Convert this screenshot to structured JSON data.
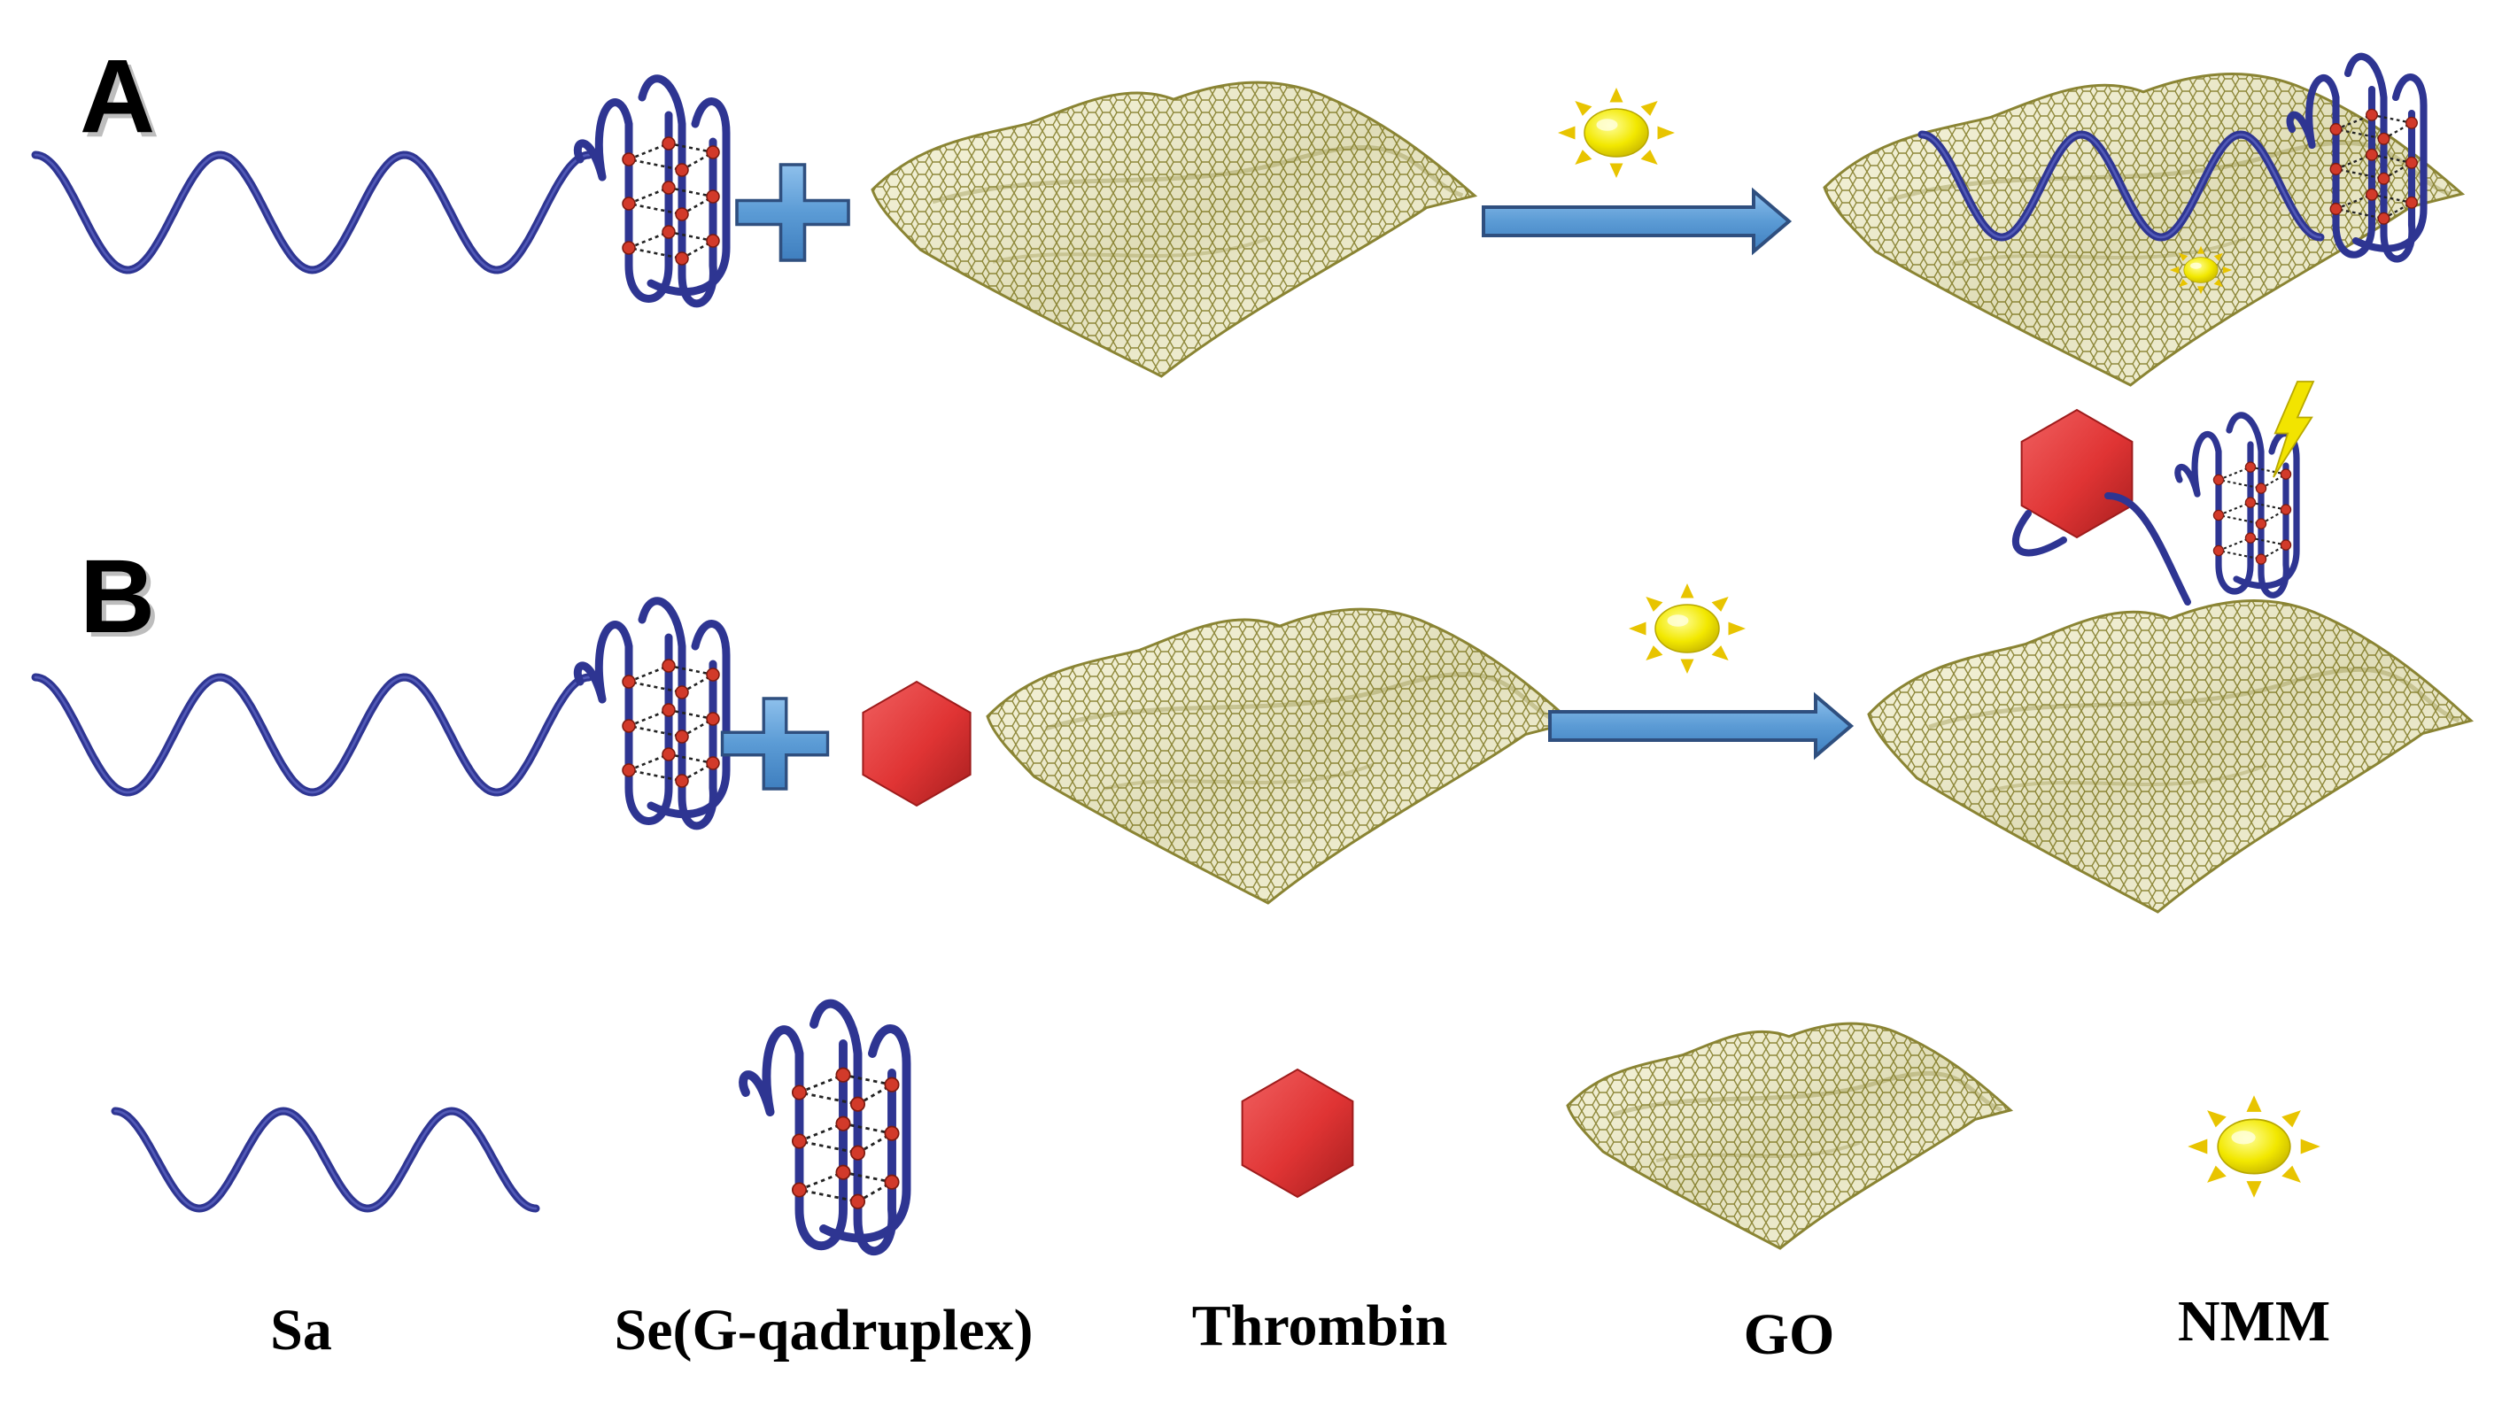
{
  "panels": {
    "a_label": "A",
    "b_label": "B"
  },
  "legend": [
    {
      "key": "sa",
      "label": "Sa"
    },
    {
      "key": "se",
      "label": "Se(G-qadruplex)"
    },
    {
      "key": "thrombin",
      "label": "Thrombin"
    },
    {
      "key": "go",
      "label": "GO"
    },
    {
      "key": "nmm",
      "label": "NMM"
    }
  ],
  "colors": {
    "dna_strand": "#2e3592",
    "graphene": "#8a8433",
    "graphene_fill": "#e8e3b0",
    "thrombin": "#e03434",
    "nmm_sun": "#f2e800",
    "nmm_rays": "#e8c400",
    "arrow_fill": "#5b9bd5",
    "arrow_stroke": "#2f4f7f",
    "bead": "#d23a2a",
    "lightning": "#f2e400"
  },
  "icons": {
    "plus": "plus-icon",
    "arrow": "right-arrow-icon",
    "sun": "sun-icon",
    "lightning": "lightning-bolt-icon",
    "hexagon": "hexagon-icon"
  }
}
